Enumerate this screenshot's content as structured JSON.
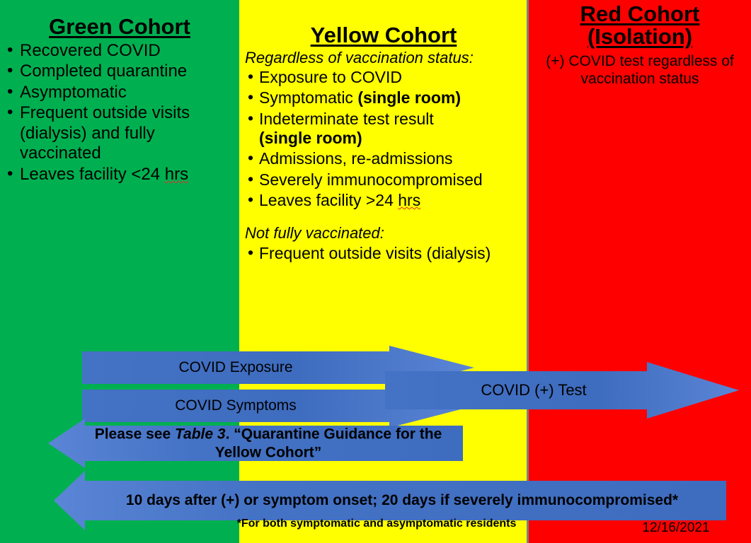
{
  "columns": {
    "green": {
      "color": "#00B050",
      "title": "Green Cohort",
      "items": [
        "Recovered COVID",
        "Completed quarantine",
        "Asymptomatic",
        "Frequent outside visits (dialysis) and fully vaccinated",
        "Leaves facility <24 hrs"
      ]
    },
    "yellow": {
      "color": "#FFFF00",
      "title": "Yellow Cohort",
      "lead1": "Regardless of vaccination status:",
      "items1": [
        "Exposure to COVID",
        "Symptomatic (single room)",
        "Indeterminate test result (single room)",
        "Admissions, re-admissions",
        "Severely immunocompromised",
        "Leaves facility >24 hrs"
      ],
      "item_bold_parts": {
        "symptomatic_prefix": "Symptomatic ",
        "symptomatic_bold": "(single room)",
        "indeterminate_prefix": "Indeterminate test result",
        "indeterminate_bold": "(single room)",
        "leaves_prefix": "Leaves facility >24 ",
        "leaves_hrs": "hrs"
      },
      "lead2": "Not fully vaccinated:",
      "items2": [
        "Frequent outside visits (dialysis)"
      ]
    },
    "red": {
      "color": "#FF0000",
      "title_line1": "Red Cohort",
      "title_line2": "(Isolation)",
      "body": "(+) COVID test regardless of vaccination status"
    }
  },
  "arrows": {
    "color": "#4472C4",
    "exposure": {
      "label": "COVID Exposure",
      "direction": "right"
    },
    "symptoms": {
      "label": "COVID Symptoms",
      "direction": "right"
    },
    "covid_test": {
      "label": "COVID (+) Test",
      "direction": "right"
    },
    "table3": {
      "label_part1": "Please see ",
      "label_italic": "Table 3",
      "label_part2": ". “Quarantine Guidance for the Yellow Cohort”",
      "direction": "left"
    },
    "ten_days": {
      "label": "10 days after (+) or symptom onset; 20 days if severely immunocompromised*",
      "direction": "left"
    }
  },
  "footnote": "*For both symptomatic and asymptomatic residents",
  "date_stamp": "12/16/2021",
  "green_item_parts": {
    "leaves_prefix": "Leaves facility <24 ",
    "leaves_hrs": "hrs"
  }
}
